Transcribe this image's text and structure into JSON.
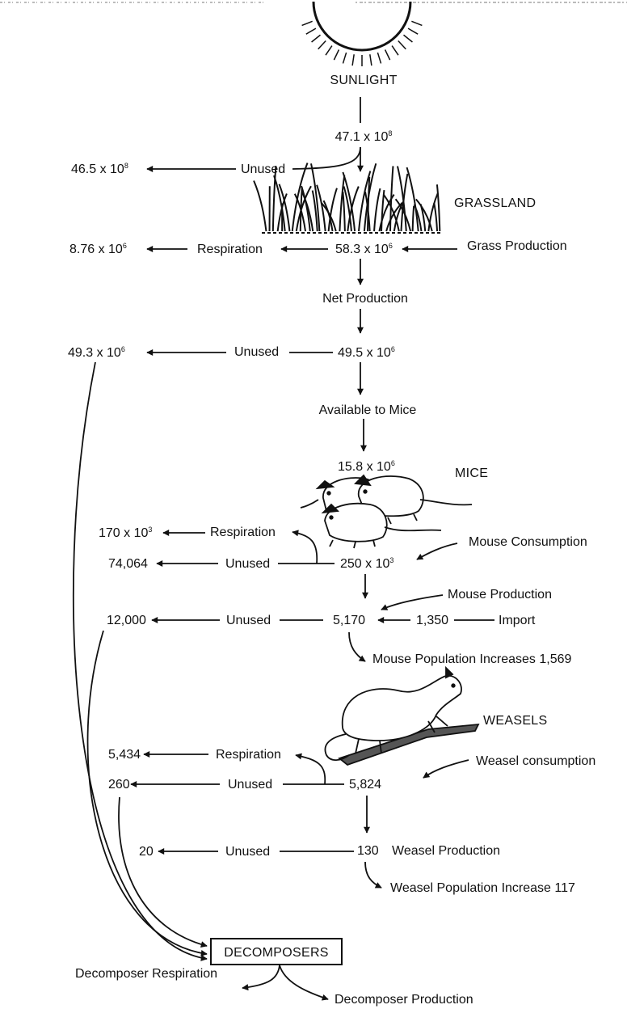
{
  "sunlight": {
    "label": "SUNLIGHT",
    "input_base": "47.1 x 10",
    "input_exp": "8",
    "unused_label": "Unused",
    "unused_base": "46.5 x 10",
    "unused_exp": "8"
  },
  "grassland": {
    "label": "GRASSLAND",
    "total_base": "58.3 x 10",
    "total_exp": "6",
    "production_label": "Grass Production",
    "respiration_label": "Respiration",
    "respiration_base": "8.76 x 10",
    "respiration_exp": "6",
    "net_label": "Net Production",
    "net_base": "49.5 x 10",
    "net_exp": "6",
    "unused_label": "Unused",
    "unused_base": "49.3 x 10",
    "unused_exp": "6",
    "available_label": "Available to Mice"
  },
  "mice": {
    "label": "MICE",
    "available_base": "15.8 x 10",
    "available_exp": "6",
    "respiration_label": "Respiration",
    "respiration_base": "170 x 10",
    "respiration_exp": "3",
    "unused_label": "Unused",
    "unused_value": "74,064",
    "consumption_label": "Mouse Consumption",
    "consumption_base": "250 x 10",
    "consumption_exp": "3",
    "production_label": "Mouse Production",
    "production_value": "5,170",
    "import_value": "1,350",
    "import_label": "Import",
    "unused2_label": "Unused",
    "unused2_value": "12,000",
    "increase_label": "Mouse Population Increases 1,569"
  },
  "weasels": {
    "label": "WEASELS",
    "respiration_label": "Respiration",
    "respiration_value": "5,434",
    "unused_label": "Unused",
    "unused_value": "260",
    "consumption_label": "Weasel consumption",
    "consumption_value": "5,824",
    "production_value": "130",
    "production_label": "Weasel Production",
    "unused2_label": "Unused",
    "unused2_value": "20",
    "increase_label": "Weasel Population Increase 117"
  },
  "decomposers": {
    "label": "DECOMPOSERS",
    "respiration_label": "Decomposer Respiration",
    "production_label": "Decomposer Production"
  },
  "colors": {
    "ink": "#111111",
    "background": "#ffffff"
  }
}
